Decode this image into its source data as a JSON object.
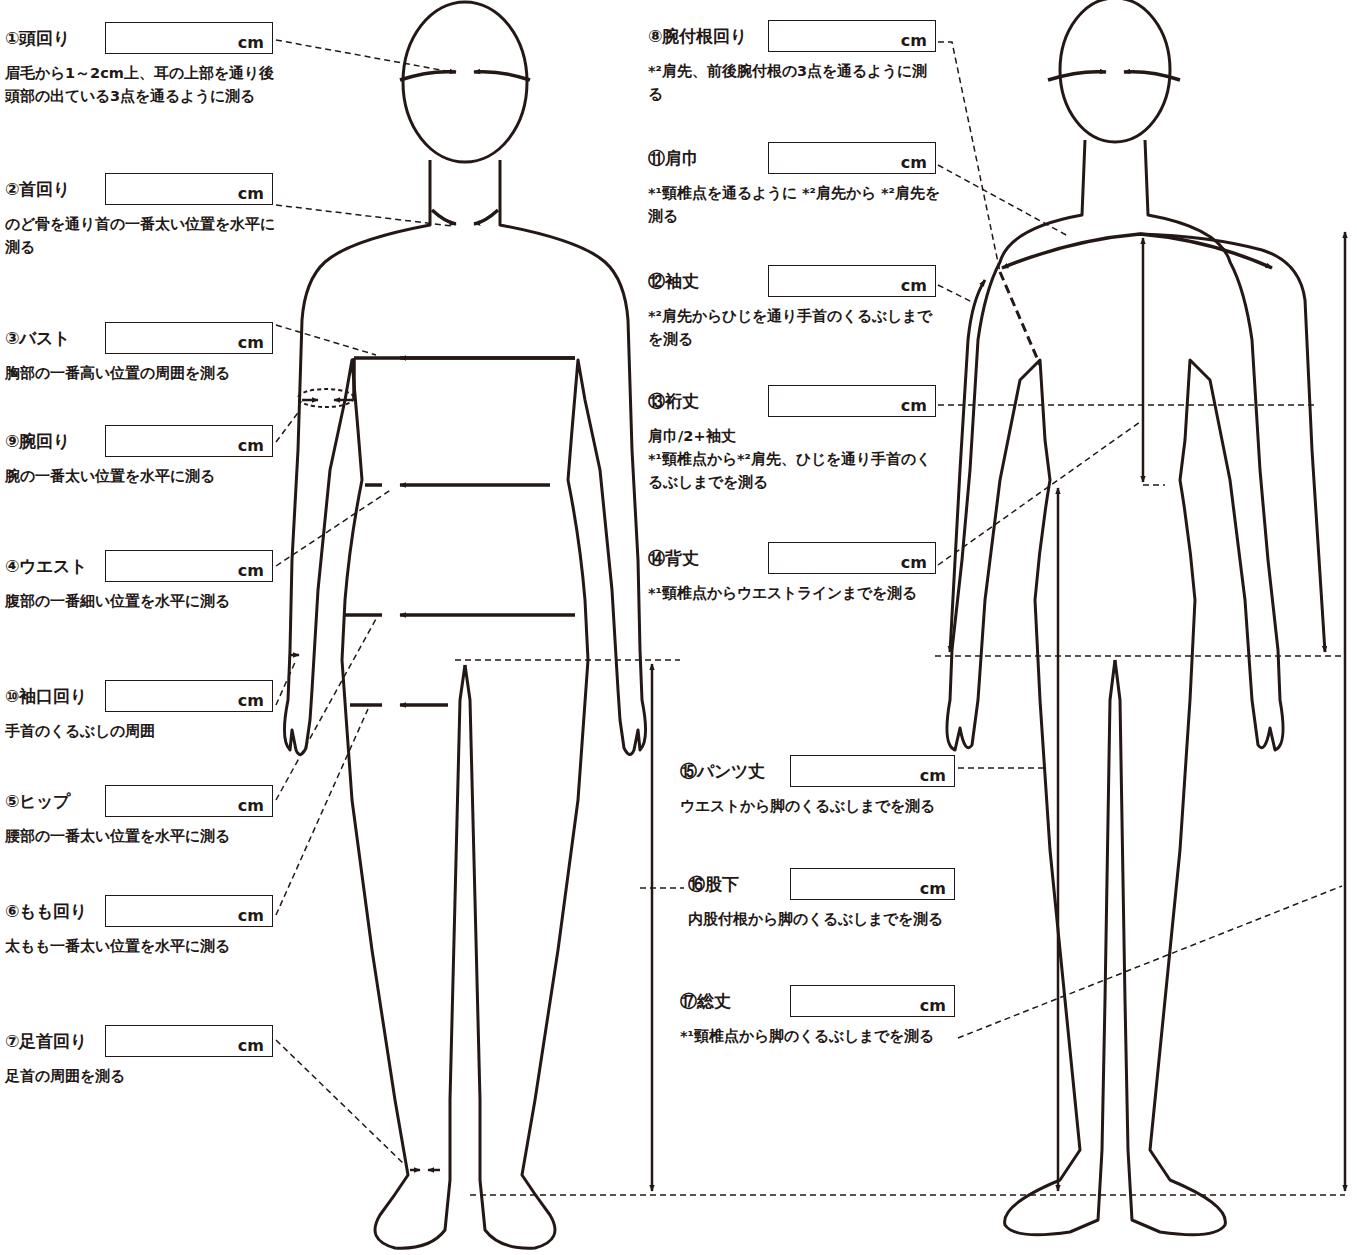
{
  "diagram": {
    "nodes": [
      {
        "text": [
          "①頭回り",
          "cm",
          "眉毛から1～2cm上、耳の上部を通り後頭部の出ている3点を通るように測る"
        ]
      },
      {
        "text": [
          "②首回り",
          "cm",
          "のど骨を通り首の一番太い位置を水平に測る"
        ]
      },
      {
        "text": [
          "③バスト",
          "cm",
          "胸部の一番高い位置の周囲を測る"
        ]
      },
      {
        "text": [
          "⑨腕回り",
          "cm",
          "腕の一番太い位置を水平に測る"
        ]
      },
      {
        "text": [
          "④ウエスト",
          "cm",
          "腹部の一番細い位置を水平に測る"
        ]
      },
      {
        "text": [
          "⑩袖口回り",
          "cm",
          "手首のくるぶしの周囲"
        ]
      },
      {
        "text": [
          "⑤ヒップ",
          "cm",
          "腰部の一番太い位置を水平に測る"
        ]
      },
      {
        "text": [
          "⑥もも回り",
          "cm",
          "太もも一番太い位置を水平に測る"
        ]
      },
      {
        "text": [
          "⑦足首回り",
          "cm",
          "足首の周囲を測る"
        ]
      },
      {
        "text": [
          "⑧腕付根回り",
          "cm",
          "*²肩先、前後腕付根の3点を通るように測る"
        ]
      },
      {
        "text": [
          "⑪肩巾",
          "cm",
          "*¹頸椎点を通るように *²肩先から *²肩先を測る"
        ]
      },
      {
        "text": [
          "⑫袖丈",
          "cm",
          "*²肩先からひじを通り手首のくるぶしまでを測る"
        ]
      },
      {
        "text": [
          "⑬裄丈",
          "cm",
          "肩巾/2+袖丈",
          "*¹頸椎点から*²肩先、ひじを通り手首のくるぶしまでを測る"
        ]
      },
      {
        "text": [
          "⑭背丈",
          "cm",
          "*¹頸椎点からウエストラインまでを測る"
        ]
      },
      {
        "text": [
          "⑮パンツ丈",
          "cm",
          "ウエストから脚のくるぶしまでを測る"
        ]
      },
      {
        "text": [
          "⑯股下",
          "cm",
          "内股付根から脚のくるぶしまでを測る"
        ]
      },
      {
        "text": [
          "⑰総丈",
          "cm",
          "*¹頸椎点から脚のくるぶしまでを測る"
        ]
      }
    ]
  }
}
